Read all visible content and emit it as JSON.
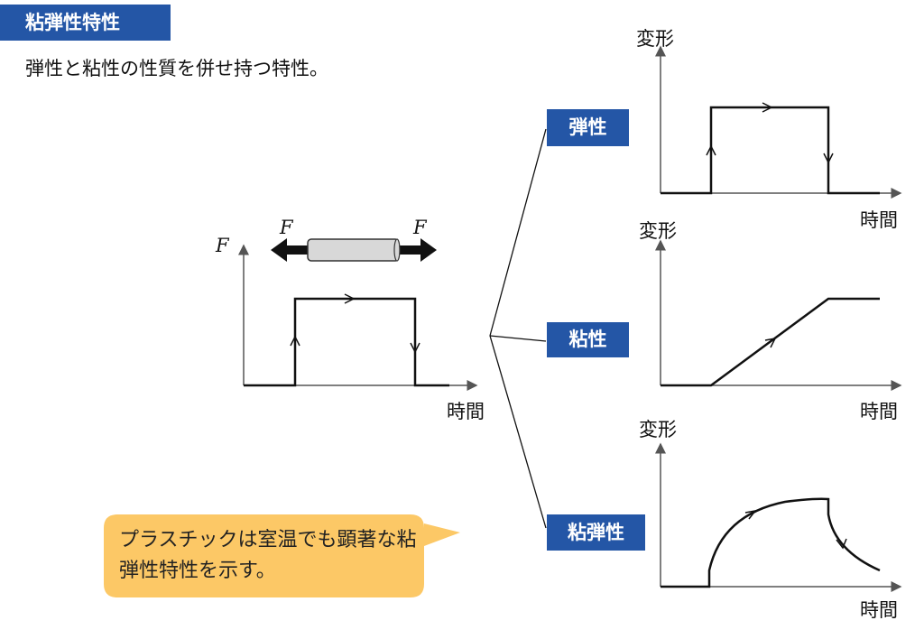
{
  "header": {
    "title": "粘弾性特性",
    "subtitle": "弾性と粘性の性質を併せ持つ特性。"
  },
  "input_graph": {
    "y_label": "F",
    "x_label": "時間",
    "force_left": "F",
    "force_right": "F"
  },
  "branches": [
    {
      "label": "弾性",
      "y_label": "変形",
      "x_label": "時間"
    },
    {
      "label": "粘性",
      "y_label": "変形",
      "x_label": "時間"
    },
    {
      "label": "粘弾性",
      "y_label": "変形",
      "x_label": "時間"
    }
  ],
  "callout": {
    "text": "プラスチックは室温でも顕著な粘弾性特性を示す。"
  },
  "colors": {
    "accent": "#2456a6",
    "callout": "#fcc866"
  }
}
